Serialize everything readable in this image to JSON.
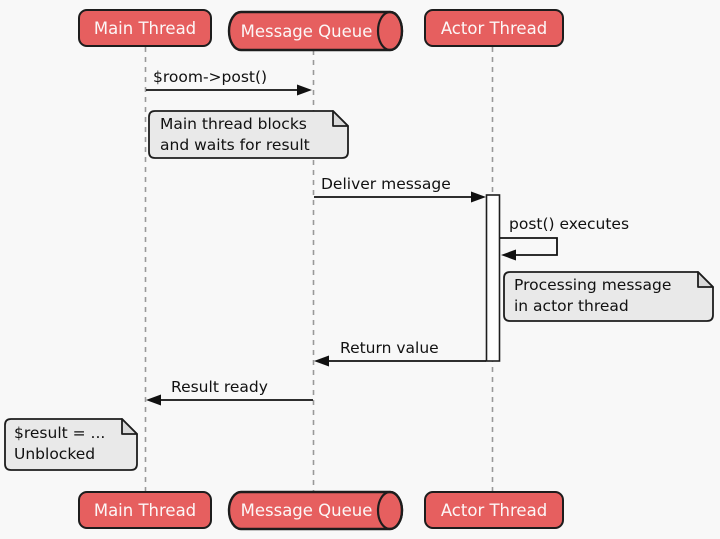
{
  "diagram": {
    "type": "uml-sequence-diagram",
    "participants": [
      {
        "id": "main-thread",
        "label": "Main Thread",
        "shape": "box"
      },
      {
        "id": "message-queue",
        "label": "Message Queue",
        "shape": "queue"
      },
      {
        "id": "actor-thread",
        "label": "Actor Thread",
        "shape": "box"
      }
    ],
    "messages": [
      {
        "from": "main-thread",
        "to": "message-queue",
        "label": "$room->post()"
      },
      {
        "from": "message-queue",
        "to": "actor-thread",
        "label": "Deliver message"
      },
      {
        "from": "actor-thread",
        "to": "actor-thread",
        "label": "post() executes",
        "self": true
      },
      {
        "from": "actor-thread",
        "to": "message-queue",
        "label": "Return value"
      },
      {
        "from": "message-queue",
        "to": "main-thread",
        "label": "Result ready"
      }
    ],
    "notes": [
      {
        "anchor": "main-thread",
        "text": "Main thread blocks\nand waits for result"
      },
      {
        "anchor": "actor-thread",
        "text": "Processing message\nin actor thread"
      },
      {
        "anchor": "main-thread",
        "text": "$result = ...\nUnblocked"
      }
    ],
    "activation": {
      "participant": "actor-thread",
      "from_message": "Deliver message",
      "to_message": "Return value"
    },
    "colors": {
      "background": "#f8f8f8",
      "participant_fill": "#e65f5f",
      "participant_border": "#1d1d1d",
      "participant_text": "#fcf7f7",
      "note_fill": "#e9e9e9",
      "note_border": "#1d1d1d",
      "note_text": "#111111",
      "lifeline": "#999999",
      "arrow": "#111111",
      "activation_fill": "#fdfdfd"
    }
  }
}
